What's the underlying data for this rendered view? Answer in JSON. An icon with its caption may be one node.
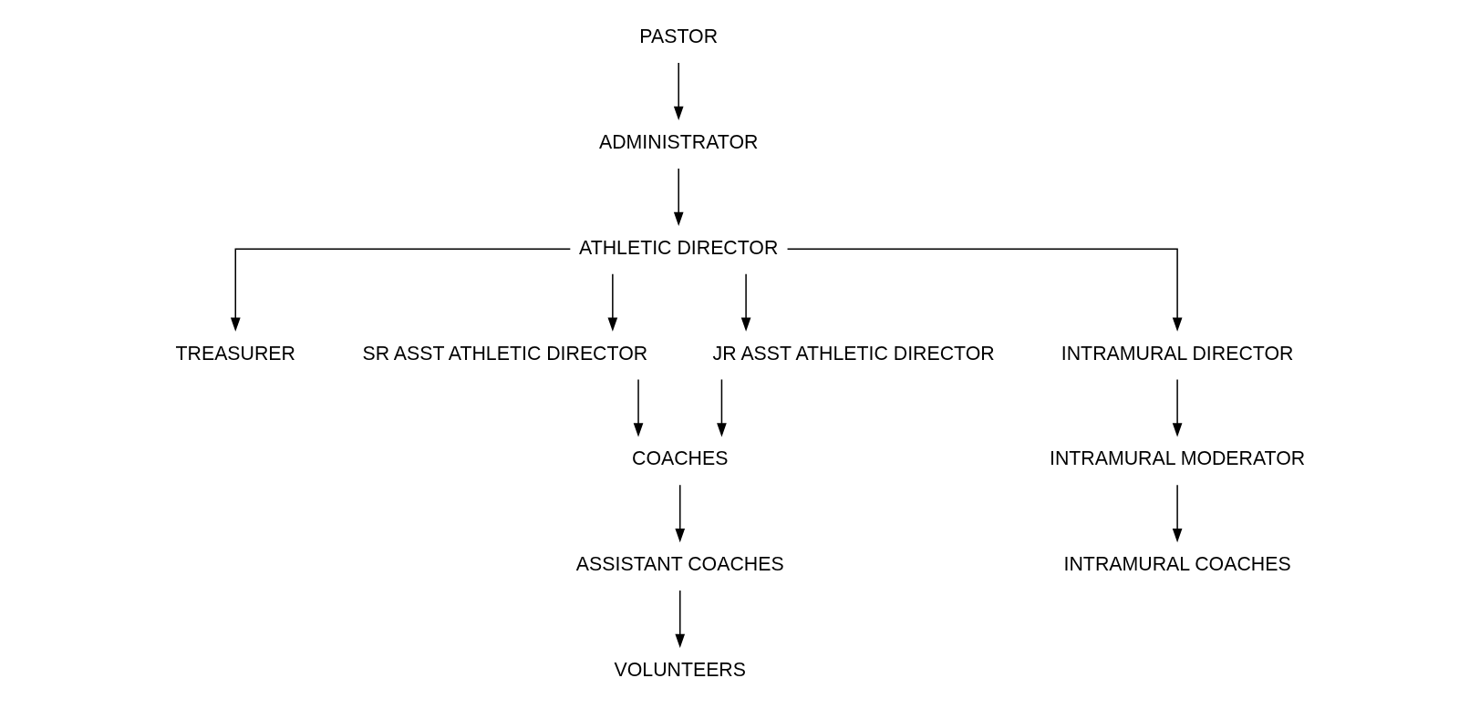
{
  "diagram": {
    "nodes": [
      {
        "text": [
          "PASTOR"
        ]
      },
      {
        "text": [
          "ADMINISTRATOR"
        ]
      },
      {
        "text": [
          "ATHLETIC DIRECTOR"
        ]
      },
      {
        "text": [
          "TREASURER"
        ]
      },
      {
        "text": [
          "SR ASST ATHLETIC DIRECTOR"
        ]
      },
      {
        "text": [
          "JR ASST ATHLETIC DIRECTOR"
        ]
      },
      {
        "text": [
          "INTRAMURAL DIRECTOR"
        ]
      },
      {
        "text": [
          "COACHES"
        ]
      },
      {
        "text": [
          "ASSISTANT COACHES"
        ]
      },
      {
        "text": [
          "VOLUNTEERS"
        ]
      },
      {
        "text": [
          "INTRAMURAL MODERATOR"
        ]
      },
      {
        "text": [
          "INTRAMURAL COACHES"
        ]
      }
    ],
    "edges": [
      {
        "from": 0,
        "to": 1,
        "arrow": "to"
      },
      {
        "from": 1,
        "to": 2,
        "arrow": "to"
      },
      {
        "from": 2,
        "to": 3,
        "arrow": "to"
      },
      {
        "from": 2,
        "to": 4,
        "arrow": "to"
      },
      {
        "from": 2,
        "to": 5,
        "arrow": "to"
      },
      {
        "from": 2,
        "to": 6,
        "arrow": "to"
      },
      {
        "from": 4,
        "to": 7,
        "arrow": "to"
      },
      {
        "from": 5,
        "to": 7,
        "arrow": "to"
      },
      {
        "from": 6,
        "to": 10,
        "arrow": "to"
      },
      {
        "from": 7,
        "to": 8,
        "arrow": "to"
      },
      {
        "from": 8,
        "to": 9,
        "arrow": "to"
      },
      {
        "from": 10,
        "to": 11,
        "arrow": "to"
      }
    ]
  }
}
